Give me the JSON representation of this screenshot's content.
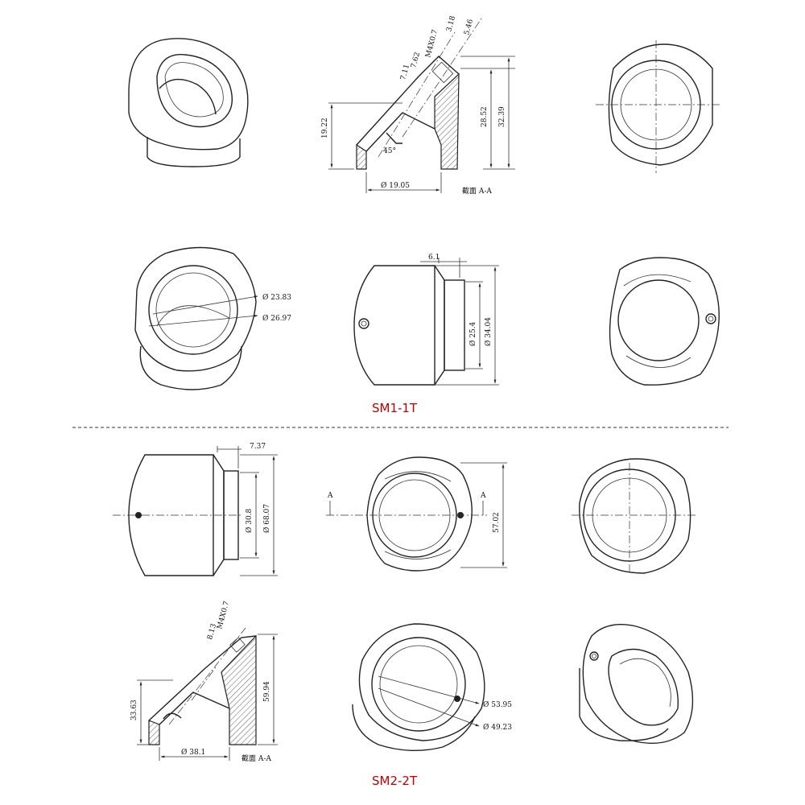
{
  "labels": {
    "part1": "SM1-1T",
    "part2": "SM2-2T",
    "section1": "截面  A-A",
    "section2": "截面  A-A",
    "cut_a_left": "A",
    "cut_a_right": "A"
  },
  "dims_sm1": {
    "d_19_22": "19.22",
    "d_45": "45°",
    "d_bore": "Ø 19.05",
    "d_7_11": "7.11",
    "d_7_62": "7.62",
    "d_thread": "M4X0.7",
    "d_3_18": "3.18",
    "d_5_46": "5.46",
    "d_28_52": "28.52",
    "d_32_39": "32.39",
    "d_23_83": "Ø 23.83",
    "d_26_97": "Ø 26.97",
    "d_6_1": "6.1",
    "d_25_4": "Ø 25.4",
    "d_34_04": "Ø 34.04"
  },
  "dims_sm2": {
    "d_7_37": "7.37",
    "d_30_8": "Ø 30.8",
    "d_68_07": "Ø 68.07",
    "d_57_02": "57.02",
    "d_thread": "M4X0.7",
    "d_8_13": "8.13",
    "d_33_63": "33.63",
    "d_59_94": "59.94",
    "d_bore": "Ø 38.1",
    "d_53_95": "Ø 53.95",
    "d_49_23": "Ø 49.23"
  },
  "colors": {
    "label": "#c00000",
    "line": "#222222"
  }
}
